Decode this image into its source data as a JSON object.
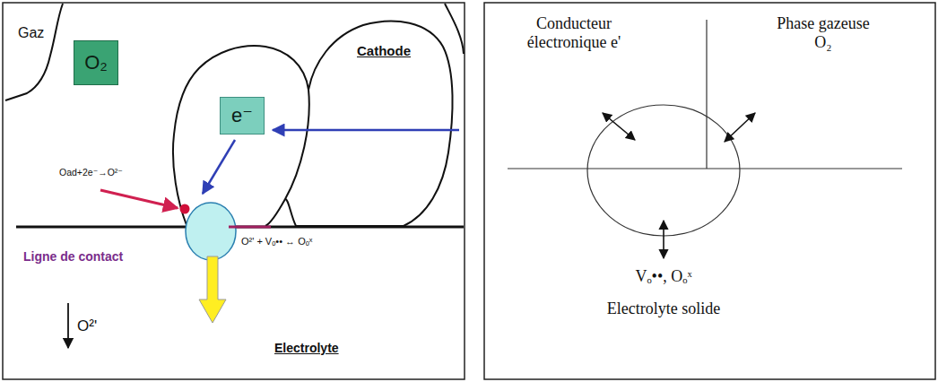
{
  "diagram": {
    "nodes": [
      {
        "text": [
          "O₂"
        ]
      },
      {
        "text": [
          "e⁻"
        ]
      }
    ],
    "labels": [
      "Gaz",
      "Cathode",
      "Oad+2e⁻→O²⁻",
      "O²' + Vₒ•• ↔ Oₒˣ",
      "Ligne de contact",
      "O²'",
      "Electrolyte",
      "Conducteur électronique e'",
      "Phase gazeuse O₂",
      "Vₒ••, Oₒˣ",
      "Electrolyte solide"
    ]
  }
}
